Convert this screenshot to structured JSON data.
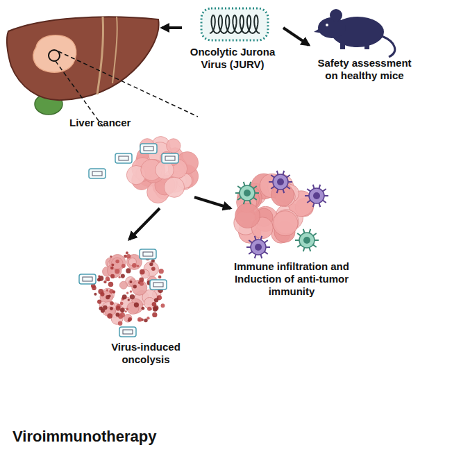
{
  "diagram": {
    "title": "Viroimmunotherapy",
    "nodes": [
      {
        "text": [
          "Liver cancer"
        ]
      },
      {
        "text": [
          "Oncolytic Jurona Virus (JURV)"
        ]
      },
      {
        "text": [
          "Safety assessment on healthy mice"
        ]
      },
      {
        "text": [
          "Immune infiltration and Induction of anti-tumor immunity"
        ]
      },
      {
        "text": [
          "Virus-induced oncolysis"
        ]
      }
    ],
    "edges": [
      {
        "from": 1,
        "to": 0,
        "arrow": "to"
      },
      {
        "from": 1,
        "to": 2,
        "arrow": "to"
      }
    ]
  }
}
